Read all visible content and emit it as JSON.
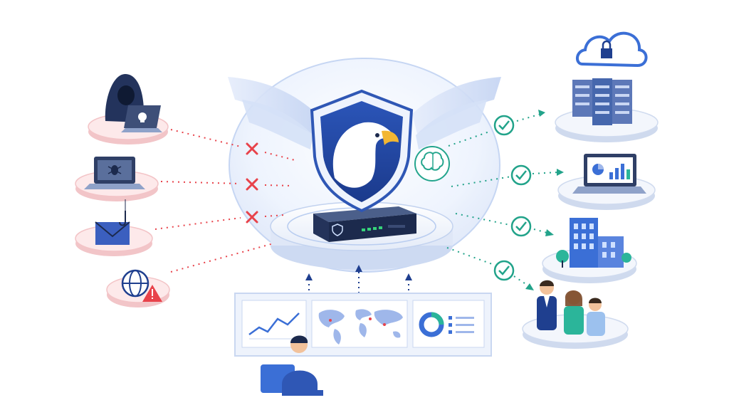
{
  "palette": {
    "navy": "#1f3f8f",
    "blue": "#3b6fd6",
    "light_blue": "#dbe7fb",
    "threat_red": "#e8424a",
    "threat_pink": "#f9d9db",
    "allow_green": "#22a38a",
    "gray": "#8d99b4"
  },
  "threats": [
    {
      "id": "hacker",
      "icon": "hooded-hacker-laptop-icon",
      "status": "blocked"
    },
    {
      "id": "malware",
      "icon": "bug-laptop-icon",
      "status": "blocked"
    },
    {
      "id": "phishing",
      "icon": "phishing-email-hook-icon",
      "status": "blocked"
    },
    {
      "id": "web",
      "icon": "globe-warning-icon",
      "status": "unmarked"
    }
  ],
  "protected_assets": [
    {
      "id": "cloud-servers",
      "icon": "cloud-lock-servers-icon",
      "status": "allowed"
    },
    {
      "id": "analytics",
      "icon": "laptop-dashboard-icon",
      "status": "allowed"
    },
    {
      "id": "offices",
      "icon": "office-buildings-icon",
      "status": "allowed"
    },
    {
      "id": "people",
      "icon": "users-group-icon",
      "status": "allowed"
    }
  ],
  "core": {
    "emblem": "eagle-shield-icon",
    "device": "firewall-appliance-icon",
    "ai": "ai-brain-circuit-icon"
  },
  "monitoring": {
    "panels": [
      "line-chart-icon",
      "world-map-icon",
      "donut-chart-icon"
    ],
    "operator": "analyst-at-desk-icon"
  }
}
